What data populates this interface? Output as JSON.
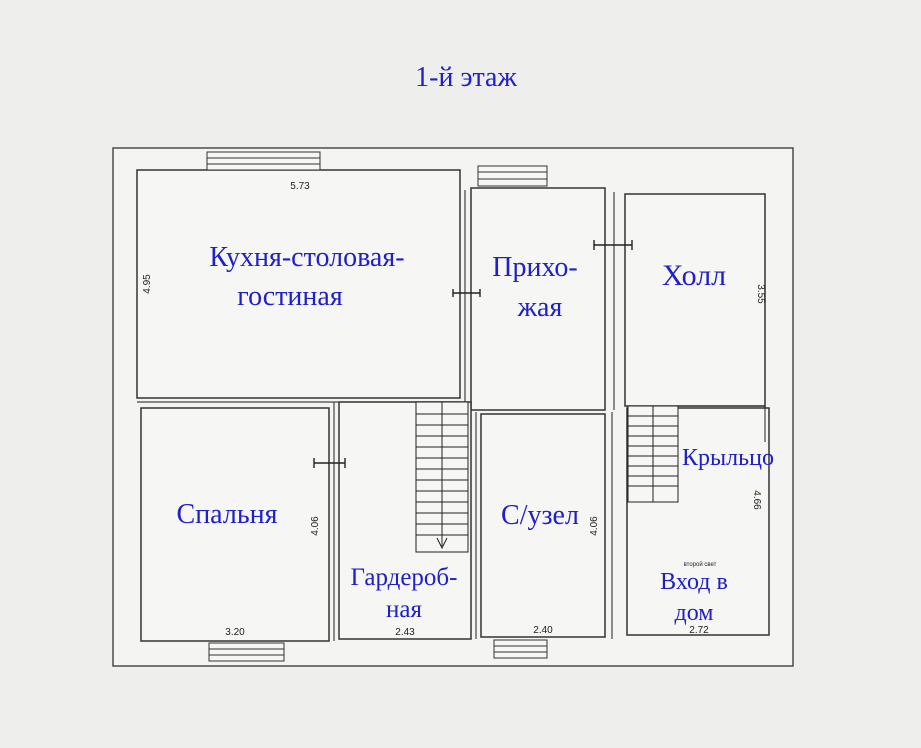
{
  "title": "1-й этаж",
  "rooms": {
    "kitchen": "Кухня-столовая-",
    "kitchen2": "гостиная",
    "hallway": "Прихо-",
    "hallway2": "жая",
    "hall": "Холл",
    "bedroom": "Спальня",
    "wardrobe": "Гардероб-",
    "wardrobe2": "ная",
    "bathroom": "С/узел",
    "porch": "Крыльцо",
    "entrance": "Вход в",
    "entrance2": "дом"
  },
  "dimensions": {
    "kitchen_width": "5.73",
    "kitchen_height": "4.95",
    "hall_height": "3.55",
    "bedroom_width": "3.20",
    "bedroom_height": "4.06",
    "wardrobe_width": "2.43",
    "bathroom_width": "2.40",
    "bathroom_height": "4.06",
    "entrance_width": "2.72",
    "entrance_height": "4.66"
  },
  "notes": {
    "second_light": "второй свет"
  }
}
